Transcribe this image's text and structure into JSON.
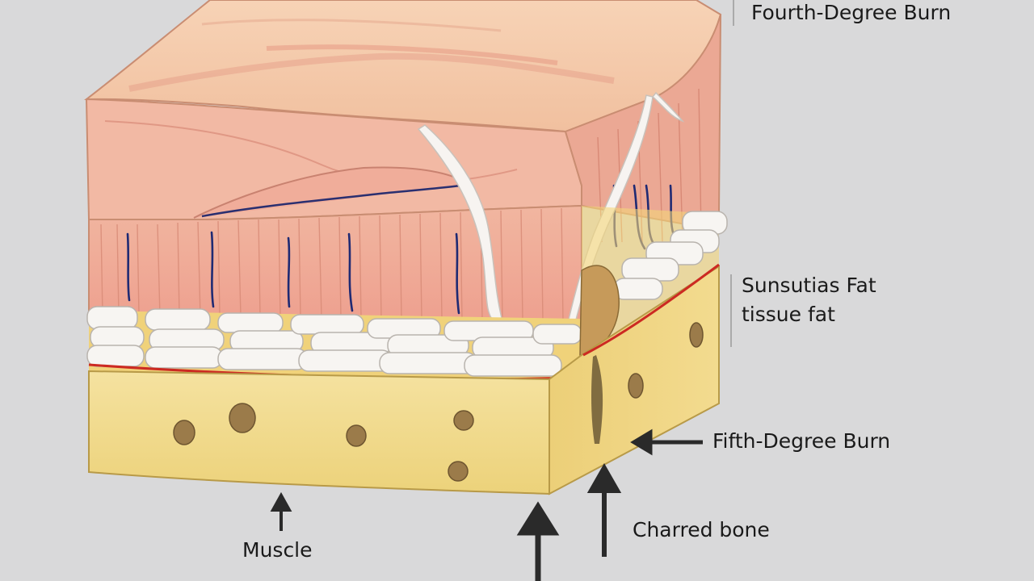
{
  "labels": {
    "fourth_degree_burn": "Fourth-Degree Burn",
    "subcutaneous_fat_line1": "Sunsutias Fat",
    "subcutaneous_fat_line2": "tissue fat",
    "fifth_degree_burn": "Fifth-Degree Burn",
    "charred_bone": "Charred bone",
    "muscle": "Muscle"
  },
  "colors": {
    "background": "#d9d9da",
    "skin": "#f4c5a5",
    "muscle": "#eea797",
    "fat": "#f7f5f2",
    "bone": "#f1dc8a",
    "vessel": "#1f2a73",
    "red_line": "#cc2a22",
    "char": "#5b4a2c",
    "arrow": "#2a2a2a"
  }
}
